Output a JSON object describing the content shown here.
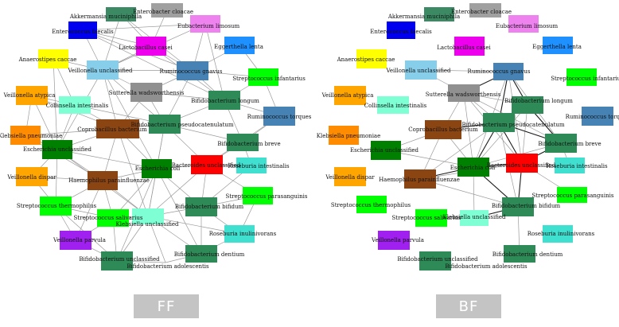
{
  "panels": [
    {
      "id": "FF",
      "label": "FF",
      "nodes": [
        {
          "id": "akk",
          "label": "Akkermansia muciniphila",
          "color": "#3c8a64"
        },
        {
          "id": "ecl",
          "label": "Enterobacter cloacae",
          "color": "#a0a0a0"
        },
        {
          "id": "efa",
          "label": "Enterococcus faecalis",
          "color": "#0000ee"
        },
        {
          "id": "eli",
          "label": "Eubacterium limosum",
          "color": "#ee82ee"
        },
        {
          "id": "lca",
          "label": "Lactobacillus casei",
          "color": "#ee00ee"
        },
        {
          "id": "ele",
          "label": "Eggerthella lenta",
          "color": "#1e90ff"
        },
        {
          "id": "aca",
          "label": "Anaerostipes caccae",
          "color": "#ffff00"
        },
        {
          "id": "vun",
          "label": "Veillonella unclassified",
          "color": "#87ceeb"
        },
        {
          "id": "rgn",
          "label": "Ruminococcus gnavus",
          "color": "#4682b4"
        },
        {
          "id": "sin",
          "label": "Streptococcus infantarius",
          "color": "#00ff00"
        },
        {
          "id": "vat",
          "label": "Veillonella atypica",
          "color": "#ffa500"
        },
        {
          "id": "swa",
          "label": "Sutterella wadsworthensis",
          "color": "#909090"
        },
        {
          "id": "bln",
          "label": "Bifidobacterium longum",
          "color": "#2e8b57"
        },
        {
          "id": "cin",
          "label": "Collinsella intestinalis",
          "color": "#7fffd4"
        },
        {
          "id": "rto",
          "label": "Ruminococcus torques",
          "color": "#4682b4"
        },
        {
          "id": "kpn",
          "label": "Klebsiella pneumoniae",
          "color": "#ff8c00"
        },
        {
          "id": "cba",
          "label": "Coprobacillus bacterium",
          "color": "#8b4513"
        },
        {
          "id": "bps",
          "label": "Bifidobacterium pseudocatenulatum",
          "color": "#2e8b57"
        },
        {
          "id": "bbr",
          "label": "Bifidobacterium breve",
          "color": "#2e8b57"
        },
        {
          "id": "esu",
          "label": "Escherichia unclassified",
          "color": "#008000"
        },
        {
          "id": "bun",
          "label": "Bacteroides unclassified",
          "color": "#ff0000"
        },
        {
          "id": "rin",
          "label": "Roseburia intestinalis",
          "color": "#40e0d0"
        },
        {
          "id": "vdi",
          "label": "Veillonella dispar",
          "color": "#ffa500"
        },
        {
          "id": "hpa",
          "label": "Haemophilus parainfluenzae",
          "color": "#8b4513"
        },
        {
          "id": "eco",
          "label": "Escherichia coli",
          "color": "#008000"
        },
        {
          "id": "spa",
          "label": "Streptococcus parasanguinis",
          "color": "#00ff00"
        },
        {
          "id": "sth",
          "label": "Streptococcus thermophilus",
          "color": "#00ff00"
        },
        {
          "id": "bbi",
          "label": "Bifidobacterium bifidum",
          "color": "#2e8b57"
        },
        {
          "id": "ssa",
          "label": "Streptococcus salivarius",
          "color": "#00ff00"
        },
        {
          "id": "kun",
          "label": "Klebsiella unclassified",
          "color": "#7fffd4"
        },
        {
          "id": "rinu",
          "label": "Roseburia inulinivorans",
          "color": "#40e0d0"
        },
        {
          "id": "vpa",
          "label": "Veillonella parvula",
          "color": "#a020f0"
        },
        {
          "id": "bden",
          "label": "Bifidobacterium dentium",
          "color": "#2e8b57"
        },
        {
          "id": "bunc",
          "label": "Bifidobacterium unclassified",
          "color": "#2e8b57"
        },
        {
          "id": "bad",
          "label": "Bifidobacterium adolescentis",
          "color": "#2e8b57"
        }
      ]
    },
    {
      "id": "BF",
      "label": "BF",
      "nodes": [
        {
          "id": "akk",
          "label": "Akkermansia muciniphila",
          "color": "#3c8a64"
        },
        {
          "id": "ecl",
          "label": "Enterobacter cloacae",
          "color": "#a0a0a0"
        },
        {
          "id": "efa",
          "label": "Enterococcus faecalis",
          "color": "#0000ee"
        },
        {
          "id": "eli",
          "label": "Eubacterium limosum",
          "color": "#ee82ee"
        },
        {
          "id": "lca",
          "label": "Lactobacillus casei",
          "color": "#ee00ee"
        },
        {
          "id": "ele",
          "label": "Eggerthella lenta",
          "color": "#1e90ff"
        },
        {
          "id": "aca",
          "label": "Anaerostipes caccae",
          "color": "#ffff00"
        },
        {
          "id": "vun",
          "label": "Veillonella unclassified",
          "color": "#87ceeb"
        },
        {
          "id": "rgn",
          "label": "Ruminococcus gnavus",
          "color": "#4682b4"
        },
        {
          "id": "sin",
          "label": "Streptococcus infantarius",
          "color": "#00ff00"
        },
        {
          "id": "vat",
          "label": "Veillonella atypica",
          "color": "#ffa500"
        },
        {
          "id": "swa",
          "label": "Sutterella wadsworthensis",
          "color": "#909090"
        },
        {
          "id": "bln",
          "label": "Bifidobacterium longum",
          "color": "#2e8b57"
        },
        {
          "id": "cin",
          "label": "Collinsella intestinalis",
          "color": "#7fffd4"
        },
        {
          "id": "rto",
          "label": "Ruminococcus torques",
          "color": "#4682b4"
        },
        {
          "id": "kpn",
          "label": "Klebsiella pneumoniae",
          "color": "#ff8c00"
        },
        {
          "id": "cba",
          "label": "Coprobacillus bacterium",
          "color": "#8b4513"
        },
        {
          "id": "bps",
          "label": "Bifidobacterium pseudocatenulatum",
          "color": "#2e8b57"
        },
        {
          "id": "bbr",
          "label": "Bifidobacterium breve",
          "color": "#2e8b57"
        },
        {
          "id": "esu",
          "label": "Escherichia unclassified",
          "color": "#008000"
        },
        {
          "id": "bun",
          "label": "Bacteroides unclassified",
          "color": "#ff0000"
        },
        {
          "id": "rin",
          "label": "Roseburia intestinalis",
          "color": "#40e0d0"
        },
        {
          "id": "vdi",
          "label": "Veillonella dispar",
          "color": "#ffa500"
        },
        {
          "id": "hpa",
          "label": "Haemophilus parainfluenzae",
          "color": "#8b4513"
        },
        {
          "id": "eco",
          "label": "Escherichia coli",
          "color": "#008000"
        },
        {
          "id": "spa",
          "label": "Streptococcus parasanguinis",
          "color": "#00ff00"
        },
        {
          "id": "sth",
          "label": "Streptococcus thermophilus",
          "color": "#00ff00"
        },
        {
          "id": "bbi",
          "label": "Bifidobacterium bifidum",
          "color": "#2e8b57"
        },
        {
          "id": "ssa",
          "label": "Streptococcus salivarius",
          "color": "#00ff00"
        },
        {
          "id": "kun",
          "label": "Klebsiella unclassified",
          "color": "#7fffd4"
        },
        {
          "id": "rinu",
          "label": "Roseburia inulinivorans",
          "color": "#40e0d0"
        },
        {
          "id": "vpa",
          "label": "Veillonella parvula",
          "color": "#a020f0"
        },
        {
          "id": "bden",
          "label": "Bifidobacterium dentium",
          "color": "#2e8b57"
        },
        {
          "id": "bunc",
          "label": "Bifidobacterium unclassified",
          "color": "#2e8b57"
        },
        {
          "id": "bad",
          "label": "Bifidobacterium adolescentis",
          "color": "#2e8b57"
        }
      ]
    }
  ]
}
